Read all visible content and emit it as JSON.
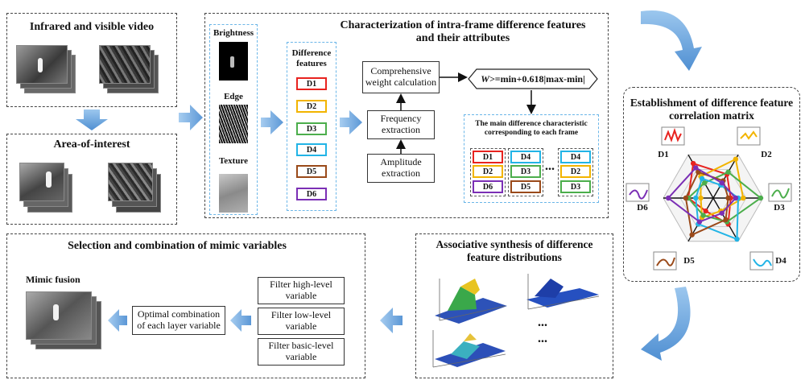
{
  "panels": {
    "video_title": "Infrared and visible video",
    "aoi_title": "Area-of-interest",
    "characterization_title": "Characterization of intra-frame difference features and their attributes",
    "correlation_title": "Establishment of difference feature correlation matrix",
    "synthesis_title": "Associative synthesis of difference feature distributions",
    "selection_title": "Selection and combination of mimic variables"
  },
  "features": {
    "brightness": "Brightness",
    "edge": "Edge",
    "texture": "Texture"
  },
  "diff_features": {
    "title": "Difference features",
    "items": [
      "D1",
      "D2",
      "D3",
      "D4",
      "D5",
      "D6"
    ],
    "colors": [
      "#e8231f",
      "#f2b400",
      "#4cae4c",
      "#22b4e6",
      "#9a4a1a",
      "#7b2fb5"
    ]
  },
  "steps": {
    "weight": "Comprehensive weight calculation",
    "frequency": "Frequency extraction",
    "amplitude": "Amplitude extraction",
    "formula_lhs": "W>",
    "formula_rhs": "=min+0.618|max-min|"
  },
  "main_diff": {
    "title": "The main difference characteristic corresponding to each frame",
    "group1": [
      "D1",
      "D2",
      "D6"
    ],
    "group2": [
      "D4",
      "D3",
      "D5"
    ],
    "group3": [
      "D4",
      "D2",
      "D3"
    ],
    "ellipsis": "..."
  },
  "radar": {
    "labels": [
      "D1",
      "D2",
      "D3",
      "D4",
      "D5",
      "D6"
    ]
  },
  "selection": {
    "mimic_fusion": "Mimic fusion",
    "optimal": "Optimal combination of each layer variable",
    "filter_high": "Filter high-level variable",
    "filter_low": "Filter low-level variable",
    "filter_basic": "Filter basic-level variable"
  },
  "synthesis": {
    "ellipsis_1": "...",
    "ellipsis_2": "..."
  }
}
